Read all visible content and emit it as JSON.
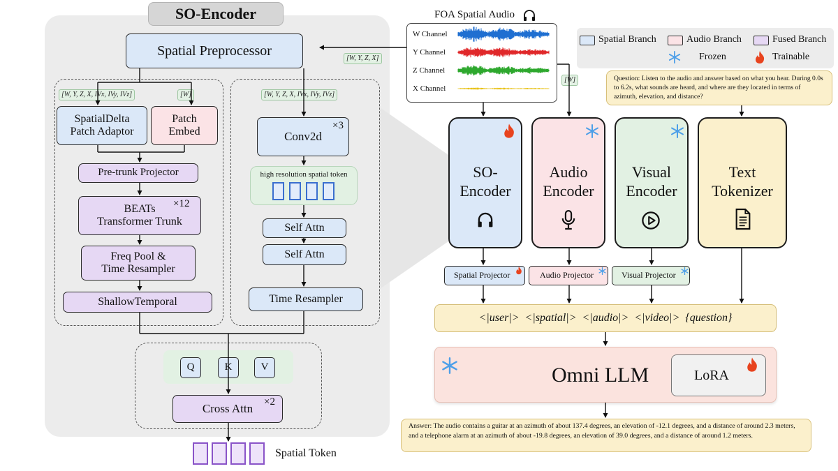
{
  "title": "SO-Encoder",
  "left": {
    "spatial_preprocessor": "Spatial Preprocessor",
    "input_tag": "[W, Y, Z, X]",
    "tag_left": "[W, Y, Z, X, IVx, IVy, IVz]",
    "tag_w": "[W]",
    "tag_right": "[W, Y, Z, X, IVx, IVy, IVz]",
    "spatialdelta": "SpatialDelta\nPatch Adaptor",
    "patch_embed": "Patch\nEmbed",
    "pretrunk": "Pre-trunk Projector",
    "beats": "BEATs\nTransformer Trunk",
    "beats_mult": "×12",
    "freqpool": "Freq Pool &\nTime Resampler",
    "shallow": "ShallowTemporal",
    "conv2d": "Conv2d",
    "conv_mult": "×3",
    "hires": "high resolution spatial token",
    "selfattn1": "Self Attn",
    "selfattn2": "Self Attn",
    "time_resampler": "Time Resampler",
    "q": "Q",
    "k": "K",
    "v": "V",
    "cross_attn": "Cross Attn",
    "cross_mult": "×2",
    "spatial_token": "Spatial Token"
  },
  "foa": {
    "title": "FOA Spatial Audio",
    "channels": [
      "W Channel",
      "Y Channel",
      "Z Channel",
      "X Channel"
    ],
    "w_tag": "[W]"
  },
  "legend": {
    "spatial": "Spatial Branch",
    "audio": "Audio Branch",
    "fused": "Fused Branch",
    "frozen": "Frozen",
    "trainable": "Trainable"
  },
  "question": "Question: Listen to the audio and answer based on what you hear. During 0.0s to 6.2s, what sounds are heard, and where are they located in terms of azimuth, elevation, and distance?",
  "encoders": {
    "so": "SO-\nEncoder",
    "audio": "Audio\nEncoder",
    "visual": "Visual\nEncoder",
    "text": "Text\nTokenizer"
  },
  "projectors": {
    "spatial": "Spatial Projector",
    "audio": "Audio Projector",
    "visual": "Visual Projector"
  },
  "prompt": "<|user|>  <|spatial|>  <|audio|>  <|video|>  {question}",
  "llm": "Omni LLM",
  "lora": "LoRA",
  "answer": "Answer: The audio contains a guitar at an azimuth of about 137.4 degrees, an elevation of -12.1 degrees, and a distance of around 2.3 meters, and a telephone alarm at an azimuth of about -19.8 degrees, an elevation of 39.0 degrees, and a distance of around 1.2 meters.",
  "colors": {
    "spatial": "#dbe8f8",
    "audio": "#fbe3e6",
    "fused": "#e6d8f4",
    "visual": "#e2f1e3",
    "text": "#fbf0cc",
    "w_wave": "#1f6fd1",
    "y_wave": "#e0282a",
    "z_wave": "#2ea82e",
    "x_wave": "#e8c21a"
  }
}
